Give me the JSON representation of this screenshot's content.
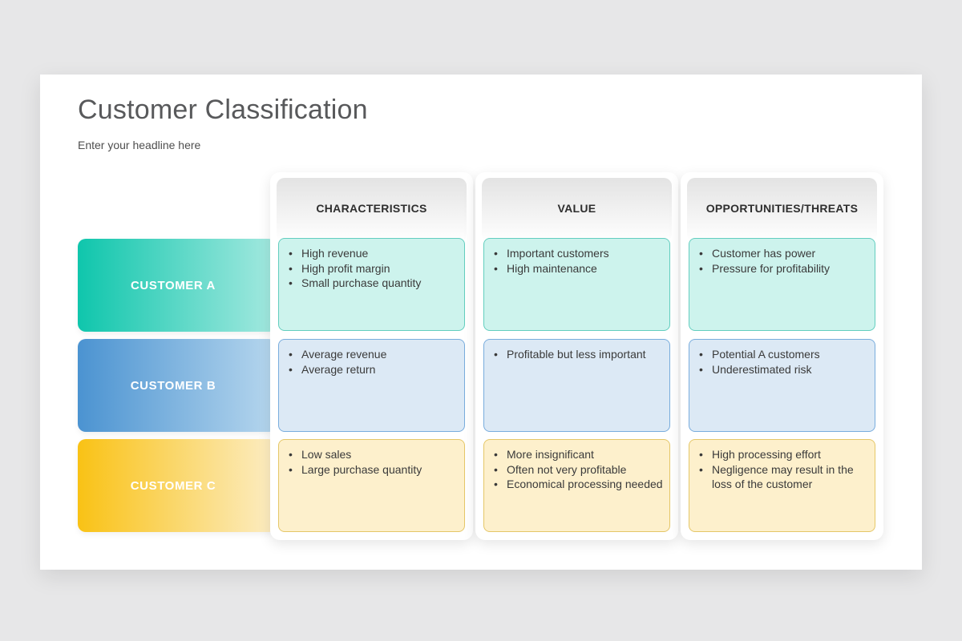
{
  "page": {
    "background_color": "#E7E7E8",
    "card_color": "#FFFFFF"
  },
  "slide": {
    "title": "Customer Classification",
    "subtitle": "Enter your headline here"
  },
  "matrix": {
    "columns": [
      {
        "label": "CHARACTERISTICS"
      },
      {
        "label": "VALUE"
      },
      {
        "label": "OPPORTUNITIES/THREATS"
      }
    ],
    "rows": [
      {
        "label": "CUSTOMER A",
        "colors": {
          "bar_from": "#0FC6AC",
          "bar_to": "#A5E9E0",
          "cell_bg": "#CDF3ED",
          "cell_border": "#63CEBF"
        },
        "cells": [
          {
            "items": [
              "High revenue",
              "High profit margin",
              "Small purchase quantity"
            ]
          },
          {
            "items": [
              "Important customers",
              "High maintenance"
            ]
          },
          {
            "items": [
              "Customer has power",
              "Pressure for profitability"
            ]
          }
        ]
      },
      {
        "label": "CUSTOMER B",
        "colors": {
          "bar_from": "#4B93D1",
          "bar_to": "#B7D7EE",
          "cell_bg": "#DCE9F5",
          "cell_border": "#79ADDD"
        },
        "cells": [
          {
            "items": [
              "Average revenue",
              "Average return"
            ]
          },
          {
            "items": [
              "Profitable but less important"
            ]
          },
          {
            "items": [
              "Potential A customers",
              "Underestimated risk"
            ]
          }
        ]
      },
      {
        "label": "CUSTOMER C",
        "colors": {
          "bar_from": "#F9C215",
          "bar_to": "#FCEDC5",
          "cell_bg": "#FDF0CC",
          "cell_border": "#E5C768"
        },
        "cells": [
          {
            "items": [
              "Low sales",
              "Large purchase quantity"
            ]
          },
          {
            "items": [
              "More insignificant",
              "Often not very profitable",
              "Economical processing needed"
            ]
          },
          {
            "items": [
              "High processing effort",
              "Negligence may result in the loss of the customer"
            ]
          }
        ]
      }
    ]
  }
}
